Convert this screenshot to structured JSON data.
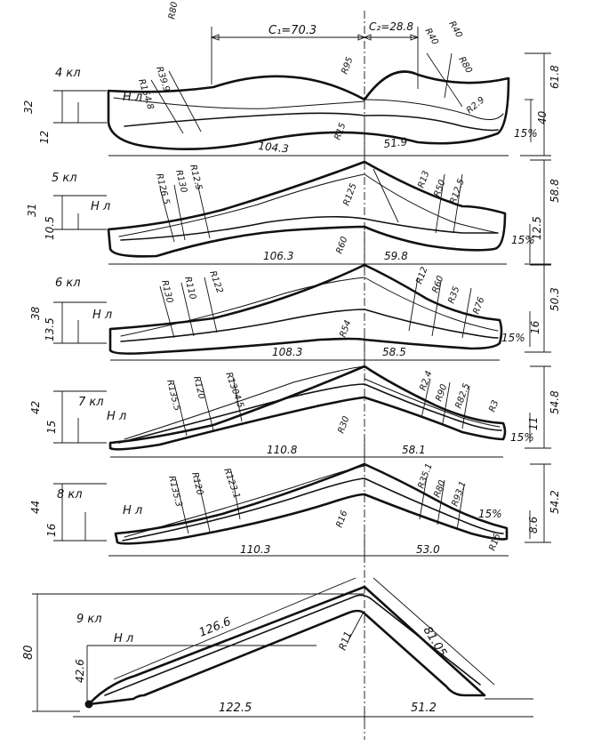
{
  "top_dims": {
    "c1": "C₁=70.3",
    "c2": "C₂=28.8"
  },
  "profiles": [
    {
      "class_label": "4 кл",
      "nl": "Н л",
      "bottom_left": "104.3",
      "bottom_right": "51.9",
      "height": "61.8",
      "right_height": "40",
      "left_height_a": "32",
      "left_height_b": "12",
      "pct": "15%",
      "radii": [
        "R154.8",
        "R39.9",
        "R40",
        "R40",
        "R80",
        "R95",
        "R15",
        "R2.9",
        "R80"
      ]
    },
    {
      "class_label": "5 кл",
      "nl": "Н л",
      "bottom_left": "106.3",
      "bottom_right": "59.8",
      "height": "58.8",
      "right_height": "12.5",
      "left_height_a": "31",
      "left_height_b": "10.5",
      "pct": "15%",
      "radii": [
        "R126.5",
        "R130",
        "R12.5",
        "R125",
        "R13",
        "R50",
        "R12.5",
        "R60"
      ]
    },
    {
      "class_label": "6 кл",
      "nl": "Н л",
      "bottom_left": "108.3",
      "bottom_right": "58.5",
      "height": "50.3",
      "right_height": "16",
      "left_height_a": "38",
      "left_height_b": "13.5",
      "pct": "15%",
      "radii": [
        "R130",
        "R110",
        "R122",
        "R54",
        "R12",
        "R60",
        "R35",
        "R76"
      ]
    },
    {
      "class_label": "7 кл",
      "nl": "Н л",
      "bottom_left": "110.8",
      "bottom_right": "58.1",
      "height": "54.8",
      "right_height": "11",
      "left_height_a": "42",
      "left_height_b": "15",
      "pct": "15%",
      "radii": [
        "R135.5",
        "R120",
        "R1304.5",
        "R30",
        "R2.4",
        "R90",
        "R82.5",
        "R3"
      ]
    },
    {
      "class_label": "8 кл",
      "nl": "Н л",
      "bottom_left": "110.3",
      "bottom_right": "53.0",
      "height": "54.2",
      "right_height": "8.6",
      "left_height_a": "44",
      "left_height_b": "16",
      "pct": "15%",
      "radii": [
        "R135.3",
        "R120",
        "R123.1",
        "R16",
        "R35.1",
        "R80",
        "R93.1",
        "R16"
      ]
    },
    {
      "class_label": "9 кл",
      "nl": "Н л",
      "bottom_left": "122.5",
      "bottom_right": "51.2",
      "height": "80",
      "left_height_b": "42.6",
      "slope_left": "126.6",
      "slope_right": "81.05",
      "radius": "R11"
    }
  ]
}
